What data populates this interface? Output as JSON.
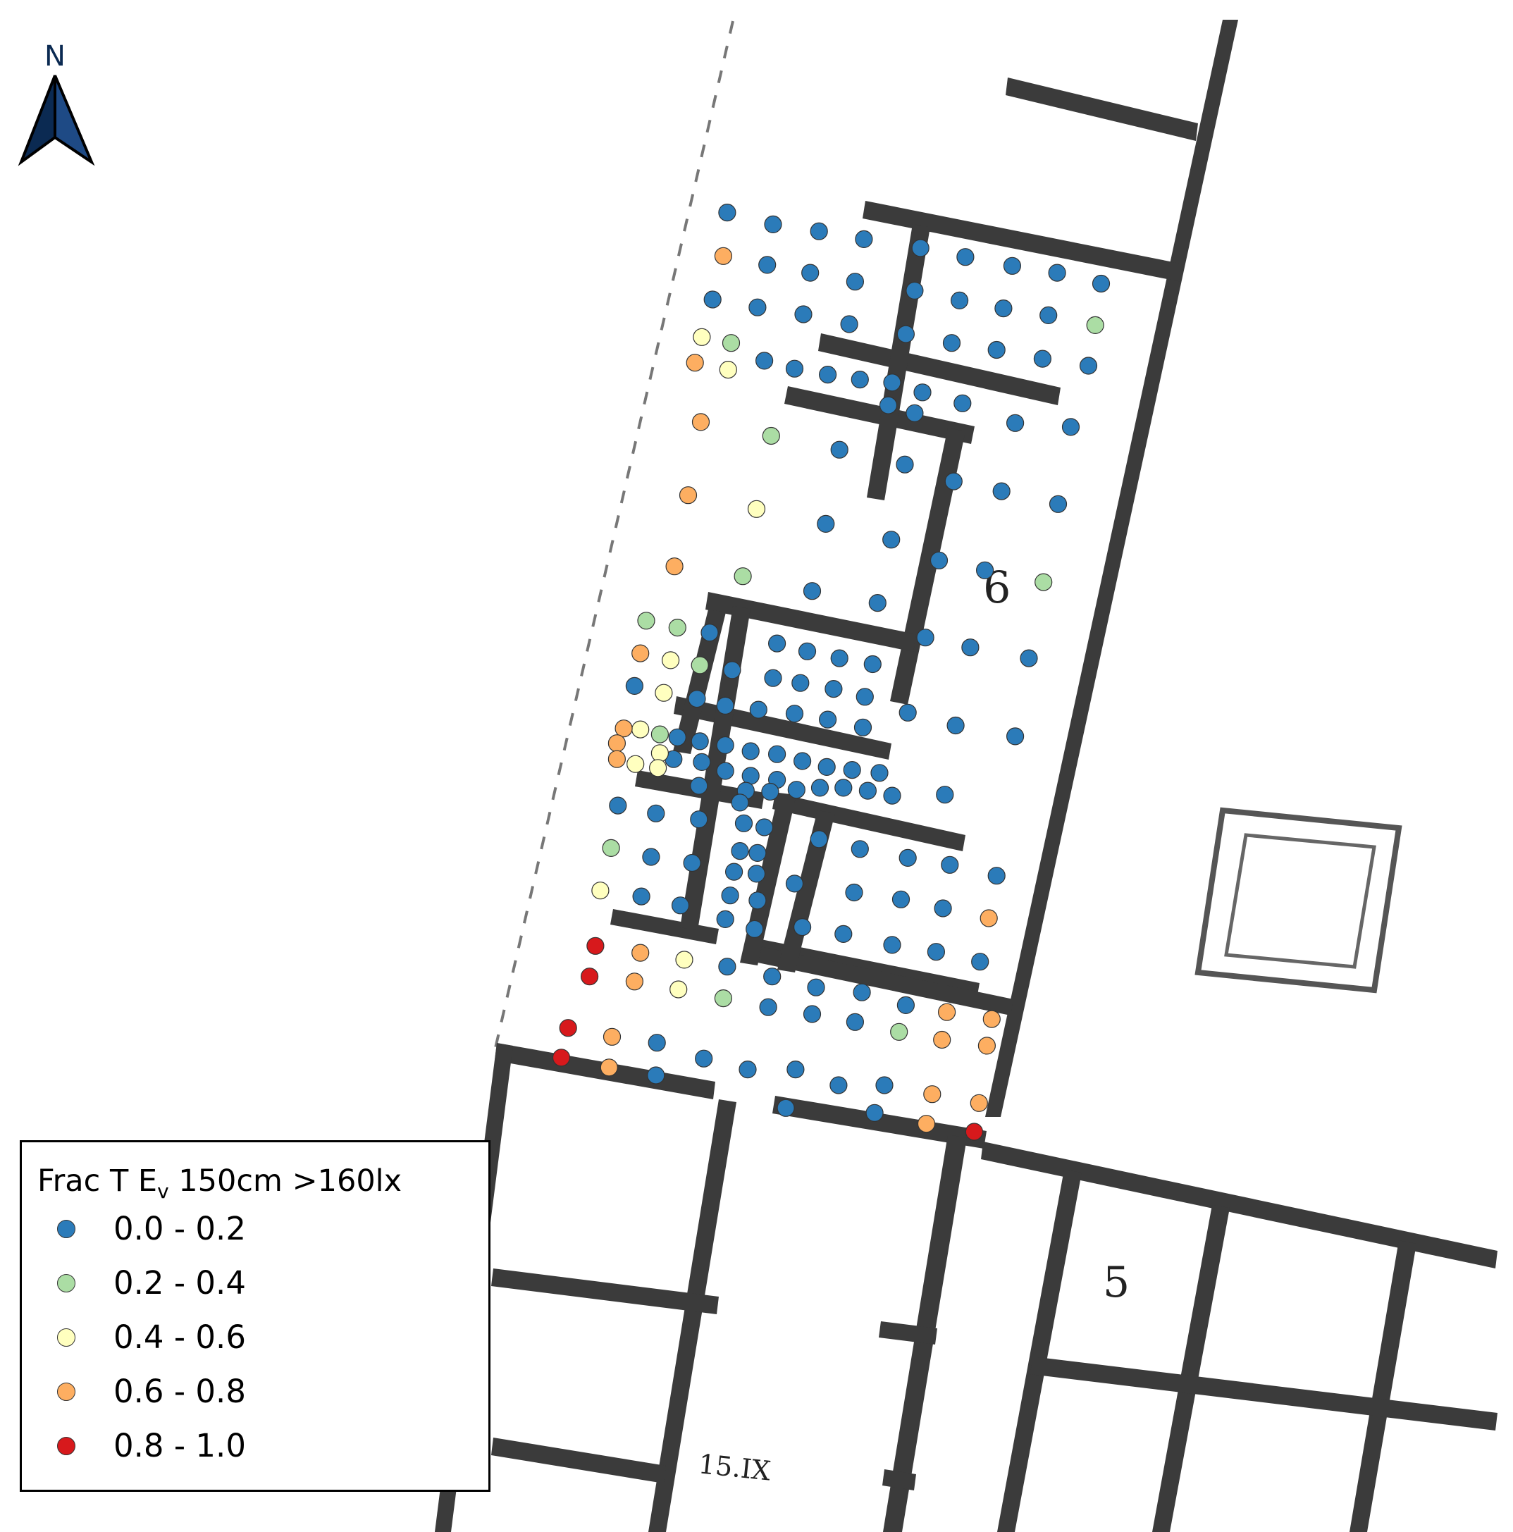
{
  "north_arrow": {
    "label": "N",
    "icon": "north-arrow-icon",
    "color": "#0b2a52"
  },
  "plan_labels": {
    "block6": "6",
    "block5": "5",
    "region": "15.IX"
  },
  "legend": {
    "title_main": "Frac T E",
    "title_sub": "v",
    "title_rest": " 150cm >160lx",
    "classes": [
      {
        "label": "0.0 - 0.2",
        "color": "#2b7bb9"
      },
      {
        "label": "0.2 - 0.4",
        "color": "#abdda4"
      },
      {
        "label": "0.4 - 0.6",
        "color": "#ffffbf"
      },
      {
        "label": "0.6 - 0.8",
        "color": "#fdae61"
      },
      {
        "label": "0.8 - 1.0",
        "color": "#d7191c"
      }
    ]
  },
  "chart_data": {
    "type": "scatter",
    "title": "Frac T Ev 150cm >160lx",
    "classes": [
      "0.0 - 0.2",
      "0.2 - 0.4",
      "0.4 - 0.6",
      "0.6 - 0.8",
      "0.8 - 1.0"
    ],
    "points_by_class": {
      "0.0 - 0.2": [
        [
          745,
          215
        ],
        [
          792,
          227
        ],
        [
          839,
          234
        ],
        [
          885,
          242
        ],
        [
          943,
          251
        ],
        [
          989,
          260
        ],
        [
          1037,
          269
        ],
        [
          1083,
          276
        ],
        [
          1128,
          287
        ],
        [
          786,
          268
        ],
        [
          830,
          276
        ],
        [
          876,
          285
        ],
        [
          730,
          303
        ],
        [
          776,
          311
        ],
        [
          823,
          318
        ],
        [
          870,
          328
        ],
        [
          937,
          294
        ],
        [
          983,
          304
        ],
        [
          1028,
          312
        ],
        [
          1074,
          319
        ],
        [
          928,
          338
        ],
        [
          975,
          347
        ],
        [
          1021,
          354
        ],
        [
          1068,
          363
        ],
        [
          1115,
          370
        ],
        [
          783,
          365
        ],
        [
          814,
          373
        ],
        [
          848,
          379
        ],
        [
          881,
          384
        ],
        [
          914,
          387
        ],
        [
          945,
          397
        ],
        [
          986,
          408
        ],
        [
          910,
          410
        ],
        [
          937,
          418
        ],
        [
          1040,
          428
        ],
        [
          1097,
          432
        ],
        [
          860,
          455
        ],
        [
          927,
          470
        ],
        [
          977,
          487
        ],
        [
          1026,
          497
        ],
        [
          1084,
          510
        ],
        [
          846,
          530
        ],
        [
          913,
          546
        ],
        [
          962,
          567
        ],
        [
          1009,
          577
        ],
        [
          832,
          598
        ],
        [
          899,
          610
        ],
        [
          948,
          645
        ],
        [
          994,
          655
        ],
        [
          1054,
          666
        ],
        [
          727,
          640
        ],
        [
          796,
          651
        ],
        [
          827,
          659
        ],
        [
          860,
          666
        ],
        [
          894,
          672
        ],
        [
          750,
          678
        ],
        [
          792,
          686
        ],
        [
          820,
          691
        ],
        [
          854,
          697
        ],
        [
          886,
          705
        ],
        [
          650,
          694
        ],
        [
          714,
          707
        ],
        [
          743,
          714
        ],
        [
          777,
          718
        ],
        [
          814,
          722
        ],
        [
          848,
          728
        ],
        [
          884,
          736
        ],
        [
          930,
          721
        ],
        [
          979,
          734
        ],
        [
          1040,
          745
        ],
        [
          694,
          746
        ],
        [
          717,
          750
        ],
        [
          743,
          754
        ],
        [
          769,
          760
        ],
        [
          796,
          763
        ],
        [
          822,
          770
        ],
        [
          847,
          776
        ],
        [
          873,
          779
        ],
        [
          901,
          782
        ],
        [
          690,
          768
        ],
        [
          719,
          771
        ],
        [
          743,
          780
        ],
        [
          769,
          785
        ],
        [
          796,
          789
        ],
        [
          716,
          795
        ],
        [
          764,
          800
        ],
        [
          789,
          801
        ],
        [
          816,
          799
        ],
        [
          840,
          797
        ],
        [
          864,
          797
        ],
        [
          889,
          800
        ],
        [
          914,
          805
        ],
        [
          968,
          804
        ],
        [
          633,
          815
        ],
        [
          672,
          823
        ],
        [
          716,
          829
        ],
        [
          762,
          833
        ],
        [
          783,
          837
        ],
        [
          758,
          812
        ],
        [
          758,
          861
        ],
        [
          776,
          863
        ],
        [
          839,
          849
        ],
        [
          881,
          859
        ],
        [
          930,
          868
        ],
        [
          973,
          875
        ],
        [
          1021,
          886
        ],
        [
          667,
          867
        ],
        [
          709,
          873
        ],
        [
          752,
          882
        ],
        [
          775,
          884
        ],
        [
          814,
          894
        ],
        [
          875,
          903
        ],
        [
          923,
          910
        ],
        [
          966,
          919
        ],
        [
          657,
          907
        ],
        [
          697,
          916
        ],
        [
          748,
          906
        ],
        [
          776,
          911
        ],
        [
          743,
          930
        ],
        [
          773,
          940
        ],
        [
          822,
          938
        ],
        [
          864,
          945
        ],
        [
          914,
          956
        ],
        [
          959,
          963
        ],
        [
          1004,
          973
        ],
        [
          745,
          978
        ],
        [
          791,
          988
        ],
        [
          836,
          999
        ],
        [
          883,
          1004
        ],
        [
          928,
          1017
        ],
        [
          787,
          1019
        ],
        [
          832,
          1026
        ],
        [
          876,
          1034
        ],
        [
          673,
          1055
        ],
        [
          721,
          1071
        ],
        [
          766,
          1082
        ],
        [
          815,
          1082
        ],
        [
          672,
          1088
        ],
        [
          859,
          1098
        ],
        [
          906,
          1098
        ],
        [
          805,
          1121
        ],
        [
          896,
          1126
        ]
      ],
      "0.2 - 0.4": [
        [
          1122,
          329
        ],
        [
          749,
          347
        ],
        [
          790,
          441
        ],
        [
          761,
          583
        ],
        [
          1069,
          589
        ],
        [
          662,
          628
        ],
        [
          694,
          635
        ],
        [
          717,
          673
        ],
        [
          676,
          743
        ],
        [
          626,
          858
        ],
        [
          741,
          1010
        ],
        [
          921,
          1044
        ]
      ],
      "0.4 - 0.6": [
        [
          719,
          341
        ],
        [
          746,
          374
        ],
        [
          775,
          515
        ],
        [
          687,
          668
        ],
        [
          680,
          701
        ],
        [
          656,
          738
        ],
        [
          676,
          762
        ],
        [
          651,
          773
        ],
        [
          674,
          777
        ],
        [
          615,
          901
        ],
        [
          701,
          971
        ],
        [
          695,
          1001
        ]
      ],
      "0.6 - 0.8": [
        [
          741,
          259
        ],
        [
          712,
          367
        ],
        [
          718,
          427
        ],
        [
          705,
          501
        ],
        [
          691,
          573
        ],
        [
          656,
          661
        ],
        [
          639,
          737
        ],
        [
          632,
          752
        ],
        [
          632,
          768
        ],
        [
          656,
          964
        ],
        [
          650,
          993
        ],
        [
          627,
          1049
        ],
        [
          624,
          1080
        ],
        [
          1013,
          929
        ],
        [
          970,
          1024
        ],
        [
          1016,
          1031
        ],
        [
          965,
          1052
        ],
        [
          1011,
          1058
        ],
        [
          955,
          1107
        ],
        [
          1003,
          1116
        ],
        [
          949,
          1137
        ]
      ],
      "0.8 - 1.0": [
        [
          610,
          957
        ],
        [
          604,
          988
        ],
        [
          582,
          1040
        ],
        [
          575,
          1070
        ],
        [
          998,
          1145
        ]
      ]
    }
  }
}
